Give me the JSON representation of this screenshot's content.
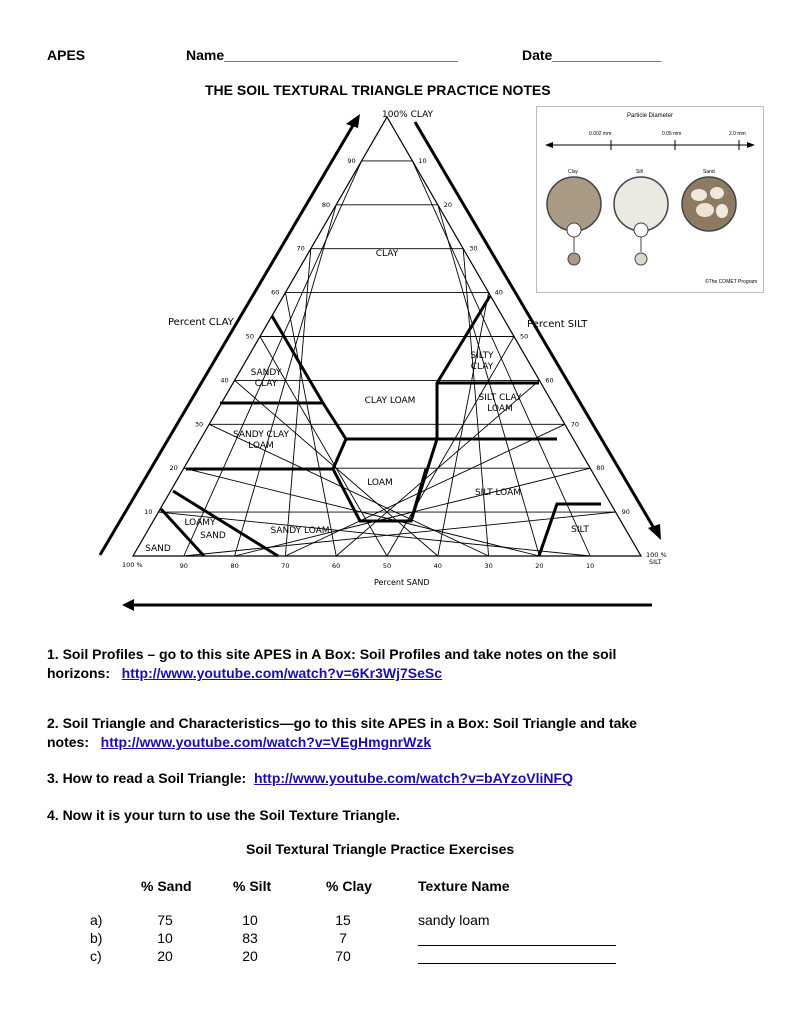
{
  "header": {
    "course": "APES",
    "name_label": "Name______________________________",
    "date_label": "Date______________",
    "title": "THE SOIL TEXTURAL TRIANGLE PRACTICE NOTES"
  },
  "triangle": {
    "apex_label": "100% CLAY",
    "right_label": "100 % SILT",
    "left_label": "100 %",
    "axis_clay": "Percent CLAY",
    "axis_silt": "Percent SILT",
    "axis_sand": "Percent SAND",
    "left_ticks": [
      "90",
      "80",
      "70",
      "60",
      "50",
      "40",
      "30",
      "20",
      "10"
    ],
    "right_ticks": [
      "10",
      "20",
      "30",
      "40",
      "50",
      "60",
      "70",
      "80",
      "90"
    ],
    "bottom_ticks": [
      "90",
      "80",
      "70",
      "60",
      "50",
      "40",
      "30",
      "20",
      "10"
    ],
    "classes": [
      "CLAY",
      "SILTY CLAY",
      "SANDY CLAY",
      "CLAY LOAM",
      "SILT CLAY LOAM",
      "SANDY CLAY LOAM",
      "LOAM",
      "SILT LOAM",
      "LOAMY SAND",
      "SANDY LOAM",
      "SAND",
      "SILT"
    ]
  },
  "particle": {
    "title": "Particle Diameter",
    "marks": [
      "0.002 mm",
      "0.05 mm",
      "2.0 mm"
    ],
    "names": [
      "Clay",
      "Silt",
      "Sand"
    ],
    "credit": "©The COMET Program"
  },
  "items": [
    {
      "text": "1.  Soil Profiles – go to this site APES in A Box: Soil Profiles and take notes on the soil horizons:",
      "link": "http://www.youtube.com/watch?v=6Kr3Wj7SeSc"
    },
    {
      "text": "2.  Soil Triangle and Characteristics—go to this site APES in a Box: Soil Triangle and take notes:",
      "link": "http://www.youtube.com/watch?v=VEgHmgnrWzk"
    },
    {
      "text": "3. How to read a Soil Triangle:",
      "link": "http://www.youtube.com/watch?v=bAYzoVliNFQ"
    },
    {
      "text": "4.  Now it is your turn to use the Soil Texture Triangle."
    }
  ],
  "exercises": {
    "title": "Soil Textural Triangle Practice Exercises",
    "headers": [
      "% Sand",
      "% Silt",
      "% Clay",
      "Texture Name"
    ],
    "rows": [
      {
        "label": "a)",
        "sand": "75",
        "silt": "10",
        "clay": "15",
        "texture": "sandy loam"
      },
      {
        "label": "b)",
        "sand": "10",
        "silt": "83",
        "clay": "7",
        "texture": ""
      },
      {
        "label": "c)",
        "sand": "20",
        "silt": "20",
        "clay": "70",
        "texture": ""
      }
    ]
  }
}
